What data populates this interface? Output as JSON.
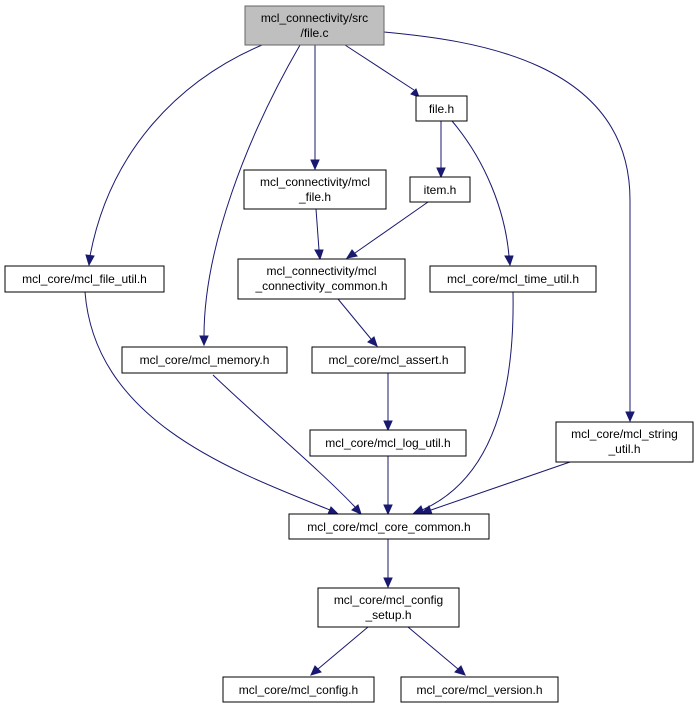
{
  "colors": {
    "edge": "#191970",
    "root_fill": "#bfbfbf",
    "node_fill": "#ffffff",
    "node_border": "#000000"
  },
  "nodes": {
    "root": {
      "lines": [
        "mcl_connectivity/src",
        "/file.c"
      ]
    },
    "file_h": {
      "lines": [
        "file.h"
      ]
    },
    "mcl_file_h": {
      "lines": [
        "mcl_connectivity/mcl",
        "_file.h"
      ]
    },
    "item_h": {
      "lines": [
        "item.h"
      ]
    },
    "mcl_file_util_h": {
      "lines": [
        "mcl_core/mcl_file_util.h"
      ]
    },
    "mcl_connectivity_common_h": {
      "lines": [
        "mcl_connectivity/mcl",
        "_connectivity_common.h"
      ]
    },
    "mcl_time_util_h": {
      "lines": [
        "mcl_core/mcl_time_util.h"
      ]
    },
    "mcl_memory_h": {
      "lines": [
        "mcl_core/mcl_memory.h"
      ]
    },
    "mcl_assert_h": {
      "lines": [
        "mcl_core/mcl_assert.h"
      ]
    },
    "mcl_log_util_h": {
      "lines": [
        "mcl_core/mcl_log_util.h"
      ]
    },
    "mcl_string_util_h": {
      "lines": [
        "mcl_core/mcl_string",
        "_util.h"
      ]
    },
    "mcl_core_common_h": {
      "lines": [
        "mcl_core/mcl_core_common.h"
      ]
    },
    "mcl_config_setup_h": {
      "lines": [
        "mcl_core/mcl_config",
        "_setup.h"
      ]
    },
    "mcl_config_h": {
      "lines": [
        "mcl_core/mcl_config.h"
      ]
    },
    "mcl_version_h": {
      "lines": [
        "mcl_core/mcl_version.h"
      ]
    }
  }
}
